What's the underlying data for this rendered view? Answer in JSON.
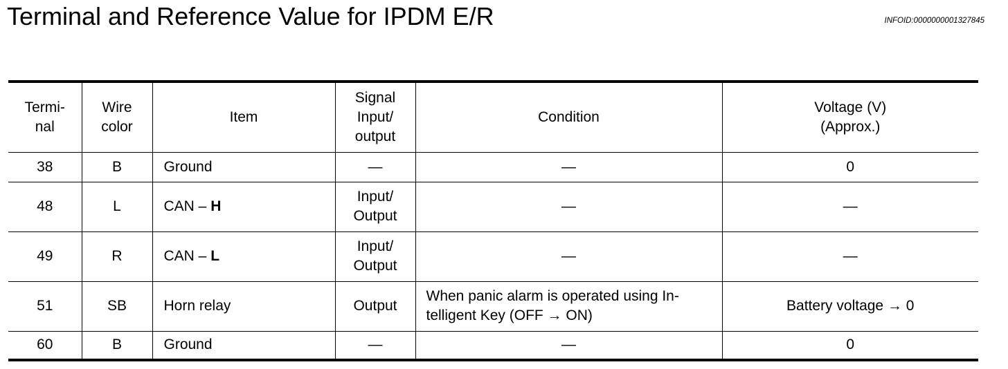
{
  "header": {
    "title": "Terminal and Reference Value for IPDM E/R",
    "info_id": "INFOID:0000000001327845"
  },
  "table": {
    "columns": [
      {
        "line1": "Termi-",
        "line2": "nal",
        "line3": ""
      },
      {
        "line1": "Wire",
        "line2": "color",
        "line3": ""
      },
      {
        "line1": "Item",
        "line2": "",
        "line3": ""
      },
      {
        "line1": "Signal",
        "line2": "Input/",
        "line3": "output"
      },
      {
        "line1": "Condition",
        "line2": "",
        "line3": ""
      },
      {
        "line1": "Voltage (V)",
        "line2": "(Approx.)",
        "line3": ""
      }
    ],
    "rows": [
      {
        "terminal": "38",
        "wire_color": "B",
        "item_prefix": "Ground",
        "item_suffix": "",
        "signal_line1": "—",
        "signal_line2": "",
        "condition_line1": "—",
        "condition_line2": "",
        "voltage": "0"
      },
      {
        "terminal": "48",
        "wire_color": "L",
        "item_prefix": "CAN – ",
        "item_suffix": "H",
        "signal_line1": "Input/",
        "signal_line2": "Output",
        "condition_line1": "—",
        "condition_line2": "",
        "voltage": "—"
      },
      {
        "terminal": "49",
        "wire_color": "R",
        "item_prefix": "CAN – ",
        "item_suffix": "L",
        "signal_line1": "Input/",
        "signal_line2": "Output",
        "condition_line1": "—",
        "condition_line2": "",
        "voltage": "—"
      },
      {
        "terminal": "51",
        "wire_color": "SB",
        "item_prefix": "Horn relay",
        "item_suffix": "",
        "signal_line1": "Output",
        "signal_line2": "",
        "condition_line1": "When panic alarm is operated using In-",
        "condition_line2": "telligent Key (OFF → ON)",
        "voltage": "Battery voltage → 0"
      },
      {
        "terminal": "60",
        "wire_color": "B",
        "item_prefix": "Ground",
        "item_suffix": "",
        "signal_line1": "—",
        "signal_line2": "",
        "condition_line1": "—",
        "condition_line2": "",
        "voltage": "0"
      }
    ]
  }
}
